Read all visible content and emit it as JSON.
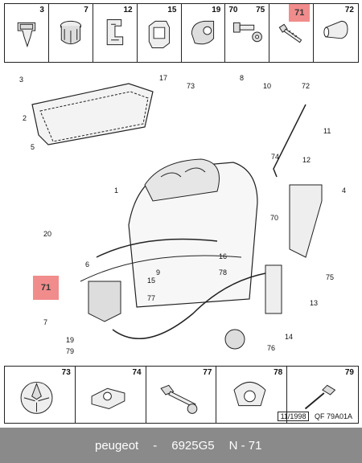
{
  "top_row": [
    "3",
    "7",
    "12",
    "15",
    "19",
    "70",
    "75",
    "71",
    "72"
  ],
  "highlight_top": "71",
  "highlight_left": "71",
  "bottom_row": [
    "73",
    "74",
    "77",
    "78",
    "79"
  ],
  "callouts": {
    "c1": "1",
    "c2": "2",
    "c3": "3",
    "c4": "4",
    "c5": "5",
    "c6": "6",
    "c7": "7",
    "c8": "8",
    "c9": "9",
    "c10": "10",
    "c11": "11",
    "c12": "12",
    "c13": "13",
    "c14": "14",
    "c15": "15",
    "c16": "16",
    "c17": "17",
    "c19": "19",
    "c20": "20",
    "c70": "70",
    "c72": "72",
    "c73a": "73",
    "c74": "74",
    "c75": "75",
    "c76": "76",
    "c77": "77",
    "c78": "78",
    "c79": "79"
  },
  "stamp": {
    "date": "11/1998",
    "ref": "QF 79A01A"
  },
  "footer": {
    "brand": "peugeot",
    "part": "6925G5",
    "ref": "N - 71"
  }
}
